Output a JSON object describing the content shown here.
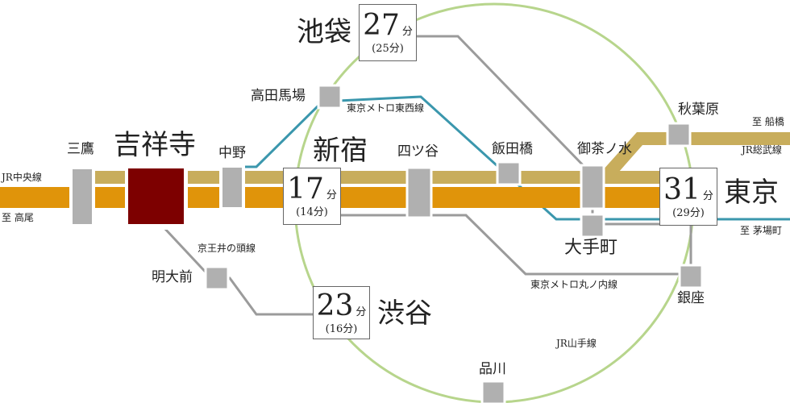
{
  "colors": {
    "chuo_rapid": "#e0940a",
    "chuo_local": "#c8ad5c",
    "tozai": "#3b97ad",
    "metro": "#9b9b9b",
    "yamanote": "#b7d58c",
    "station": "#b0b0b0",
    "home": "#7d0000"
  },
  "stations": {
    "kichijoji": "吉祥寺",
    "mitaka": "三鷹",
    "nakano": "中野",
    "shinjuku": "新宿",
    "yotsuya": "四ツ谷",
    "iidabashi": "飯田橋",
    "ochanomizu": "御茶ノ水",
    "akihabara": "秋葉原",
    "tokyo": "東京",
    "otemachi": "大手町",
    "ginza": "銀座",
    "takadanobaba": "高田馬場",
    "ikebukuro": "池袋",
    "meidaimae": "明大前",
    "shibuya": "渋谷",
    "shinagawa": "品川"
  },
  "times": {
    "ikebukuro": {
      "min": "27",
      "unit": "分",
      "alt": "(25分)"
    },
    "shinjuku": {
      "min": "17",
      "unit": "分",
      "alt": "(14分)"
    },
    "shibuya": {
      "min": "23",
      "unit": "分",
      "alt": "(16分)"
    },
    "tokyo": {
      "min": "31",
      "unit": "分",
      "alt": "(29分)"
    }
  },
  "lines": {
    "jr_chuo": "JR中央線",
    "to_takao": "至 高尾",
    "to_funabashi": "至 船橋",
    "jr_sobu": "JR総武線",
    "tozai": "東京メトロ東西線",
    "to_kayabacho": "至 茅場町",
    "marunouchi": "東京メトロ丸ノ内線",
    "inokashira": "京王井の頭線",
    "yamanote": "JR山手線"
  }
}
